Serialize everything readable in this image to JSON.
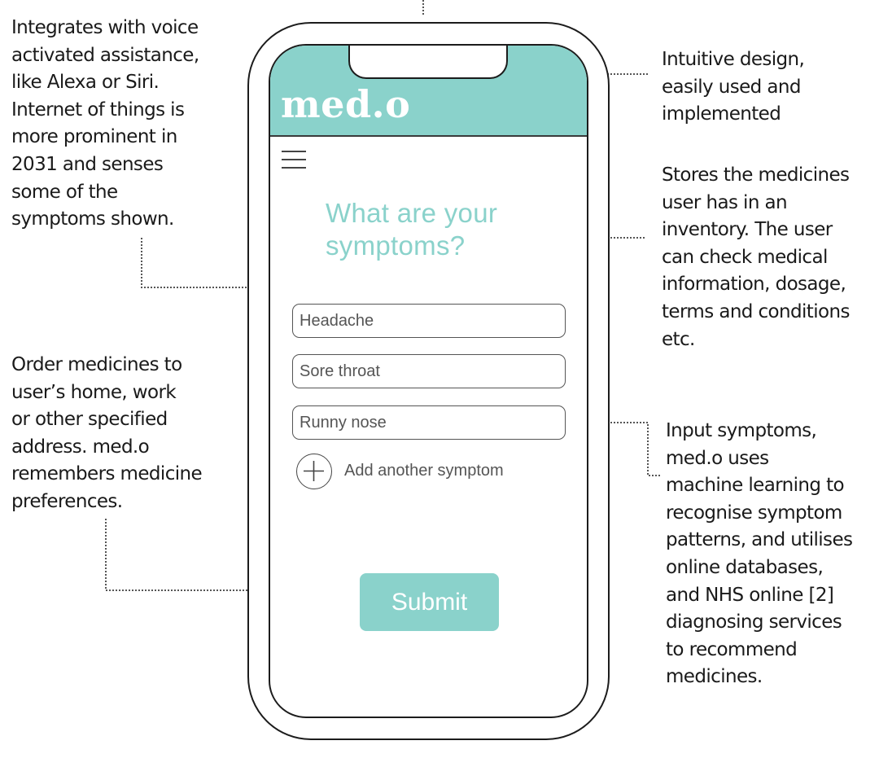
{
  "app": {
    "logo": "med.o",
    "question": "What are your symptoms?",
    "menu_icon": "hamburger-menu-icon",
    "symptoms": [
      "Headache",
      "Sore throat",
      "Runny nose"
    ],
    "add_label": "Add another symptom",
    "add_icon": "plus-circle-icon",
    "submit_label": "Submit",
    "colors": {
      "accent": "#8ad2cb",
      "outline": "#1c1c1c"
    }
  },
  "annotations": {
    "voice": [
      "Integrates with voice",
      "activated assistance,",
      "like Alexa or Siri.",
      "Internet of things is",
      "more prominent in",
      "2031 and senses",
      "some of the",
      "symptoms shown."
    ],
    "order": [
      "Order medicines to",
      "user’s home, work",
      "or other specified",
      "address. med.o",
      "remembers medicine",
      "preferences."
    ],
    "design": [
      "Intuitive design,",
      "easily used and",
      "implemented"
    ],
    "inventory": [
      "Stores the medicines",
      "user has in an",
      "inventory.  The user",
      "can check medical",
      "information, dosage,",
      "terms and conditions",
      "etc."
    ],
    "input": [
      "Input symptoms,",
      "med.o uses",
      "machine learning to",
      "recognise symptom",
      "patterns, and utilises",
      "online databases,",
      "and NHS online  [2]",
      "diagnosing services",
      "to recommend",
      "medicines."
    ]
  }
}
